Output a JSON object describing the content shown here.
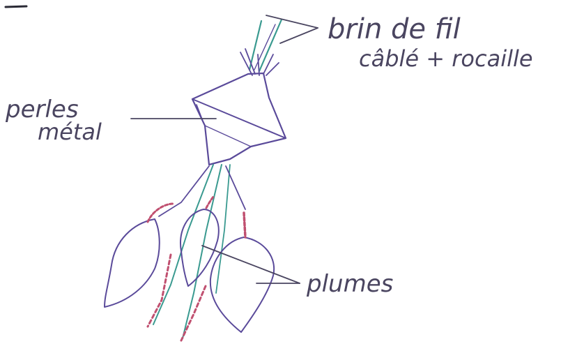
{
  "labels": {
    "top_line1": "brin de fil",
    "top_line2": "câblé + rocaille",
    "left_line1": "perles",
    "left_line2": "métal",
    "right": "plumes"
  },
  "colors": {
    "ink_purple": "#5a4a9a",
    "ink_teal": "#3a9a90",
    "ink_pink": "#c05070",
    "label_ink": "#4a4560",
    "paper": "#ffffff"
  }
}
